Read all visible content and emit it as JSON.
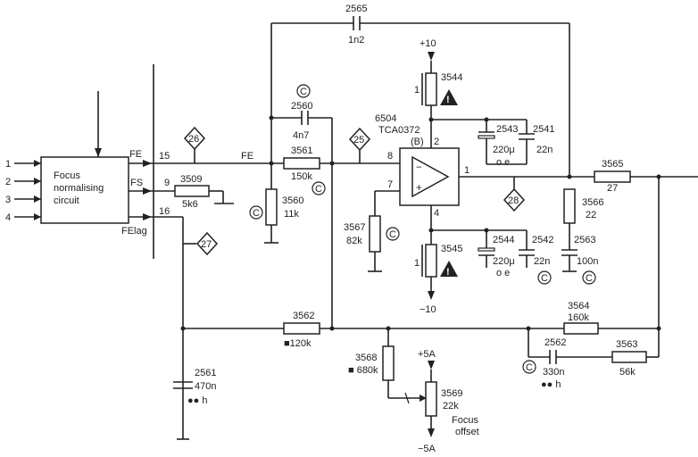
{
  "block": {
    "line1": "Focus",
    "line2": "normalising",
    "line3": "circuit",
    "in1": "1",
    "in2": "2",
    "in3": "3",
    "in4": "4",
    "fe": "FE",
    "fs": "FS",
    "felag": "FElag"
  },
  "nodes": {
    "n15": "15",
    "n9": "9",
    "n16": "16",
    "n8": "8",
    "n7": "7",
    "n1": "1",
    "n2": "2",
    "n4": "4"
  },
  "wire_labels": {
    "fe": "FE"
  },
  "testpoints": {
    "tp26": "26",
    "tp25": "25",
    "tp27": "27",
    "tp28": "28"
  },
  "rails": {
    "p10": "+10",
    "m10": "−10",
    "p5a": "+5A",
    "m5a": "−5A"
  },
  "opamp": {
    "ref": "6504",
    "type": "TCA0372",
    "sect": "(B)"
  },
  "components": {
    "c2565": {
      "ref": "2565",
      "val": "1n2"
    },
    "c2560": {
      "ref": "2560",
      "val": "4n7"
    },
    "r3561": {
      "ref": "3561",
      "val": "150k"
    },
    "r3509": {
      "ref": "3509",
      "val": "5k6"
    },
    "r3560": {
      "ref": "3560",
      "val": "11k"
    },
    "r3567": {
      "ref": "3567",
      "val": "82k"
    },
    "r3544": {
      "ref": "3544",
      "one": "1"
    },
    "r3545": {
      "ref": "3545",
      "one": "1"
    },
    "c2543": {
      "ref": "2543",
      "val": "220μ",
      "oe": "o e"
    },
    "c2541": {
      "ref": "2541",
      "val": "22n"
    },
    "c2544": {
      "ref": "2544",
      "val": "220μ",
      "oe": "o e"
    },
    "c2542": {
      "ref": "2542",
      "val": "22n"
    },
    "r3565": {
      "ref": "3565",
      "val": "27"
    },
    "r3566": {
      "ref": "3566",
      "val": "22"
    },
    "c2563": {
      "ref": "2563",
      "val": "100n"
    },
    "r3562": {
      "ref": "3562",
      "val": "■120k"
    },
    "r3564": {
      "ref": "3564",
      "val": "160k"
    },
    "c2562": {
      "ref": "2562",
      "val": "330n",
      "mark": "●● h"
    },
    "r3563": {
      "ref": "3563",
      "val": "56k"
    },
    "r3568": {
      "ref": "3568",
      "val": "■ 680k"
    },
    "r3569": {
      "ref": "3569",
      "val": "22k",
      "note1": "Focus",
      "note2": "offset"
    },
    "c2561": {
      "ref": "2561",
      "val": "470n",
      "mark": "●● h"
    }
  },
  "symbols": {
    "circled_c": "C",
    "warning": "!",
    "plus": "+",
    "minus": "−"
  }
}
